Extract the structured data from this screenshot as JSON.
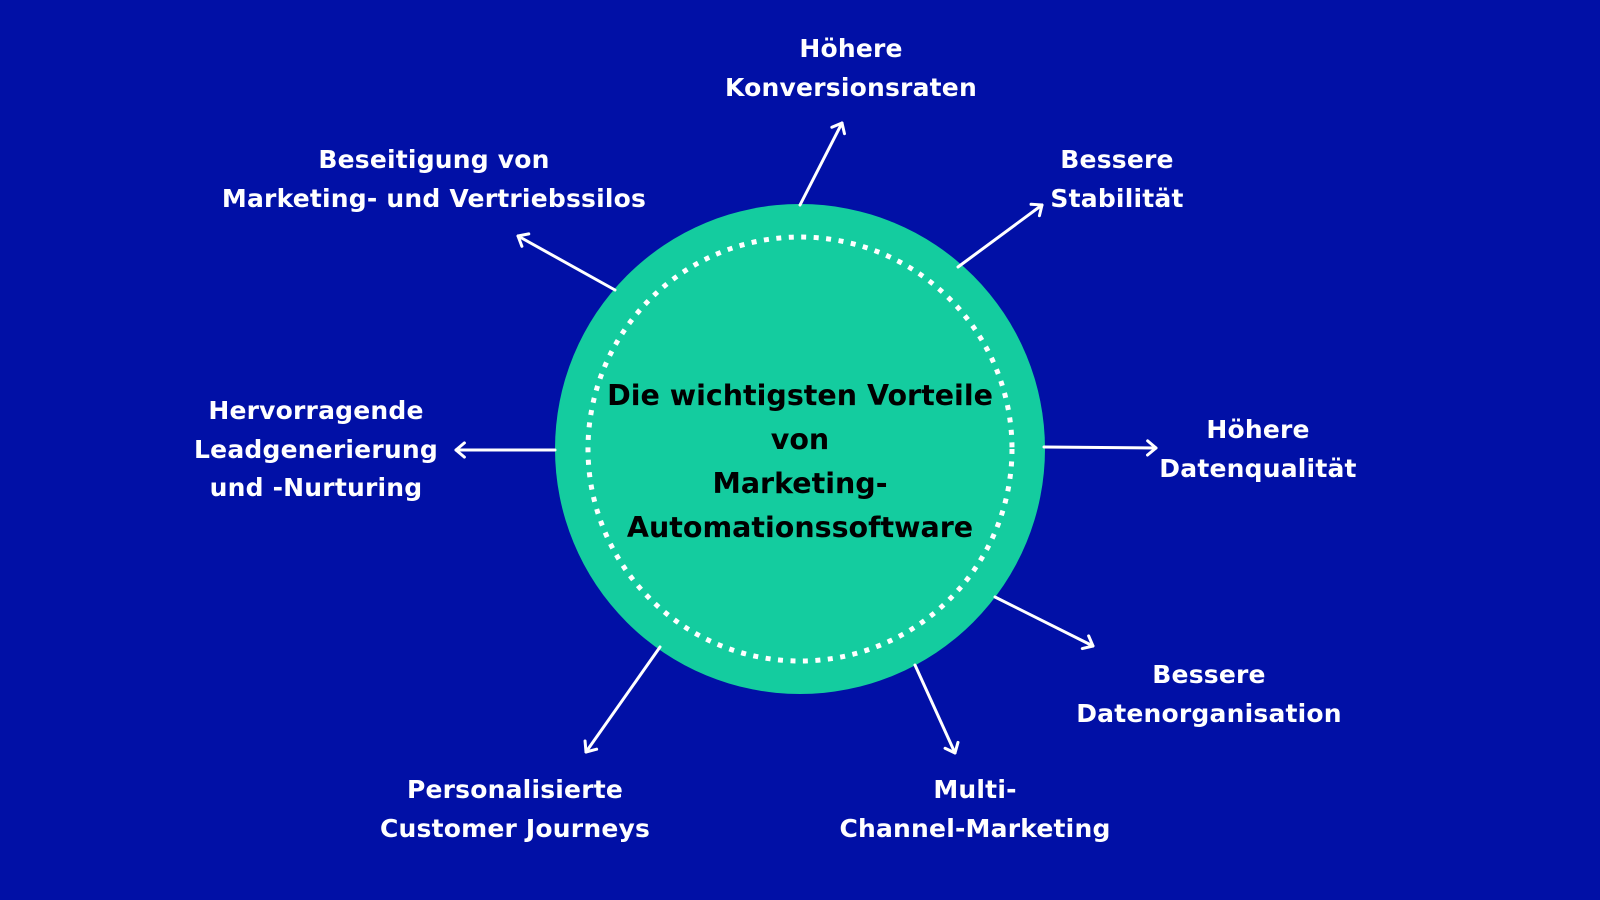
{
  "colors": {
    "background": "#0110A6",
    "hub_fill": "#14CC9F",
    "hub_ring": "#FFFFFF",
    "arrows": "#FFFFFF",
    "label_text": "#FFFFFF",
    "hub_text": "#000000"
  },
  "hub": {
    "title_lines": [
      "Die wichtigsten Vorteile",
      "von",
      "Marketing-",
      "Automationssoftware"
    ]
  },
  "benefits": [
    {
      "id": "conversion",
      "lines": [
        "Höhere",
        "Konversionsraten"
      ],
      "direction": "up"
    },
    {
      "id": "stability",
      "lines": [
        "Bessere",
        "Stabilität"
      ],
      "direction": "up-right"
    },
    {
      "id": "data-quality",
      "lines": [
        "Höhere",
        "Datenqualität"
      ],
      "direction": "right"
    },
    {
      "id": "data-organisation",
      "lines": [
        "Bessere",
        "Datenorganisation"
      ],
      "direction": "down-right"
    },
    {
      "id": "multichannel",
      "lines": [
        "Multi-",
        "Channel-Marketing"
      ],
      "direction": "down"
    },
    {
      "id": "customer-journeys",
      "lines": [
        "Personalisierte",
        "Customer Journeys"
      ],
      "direction": "down-left"
    },
    {
      "id": "lead-generation",
      "lines": [
        "Hervorragende",
        "Leadgenerierung",
        "und -Nurturing"
      ],
      "direction": "left"
    },
    {
      "id": "silos",
      "lines": [
        "Beseitigung von",
        "Marketing- und Vertriebssilos"
      ],
      "direction": "up-left"
    }
  ]
}
